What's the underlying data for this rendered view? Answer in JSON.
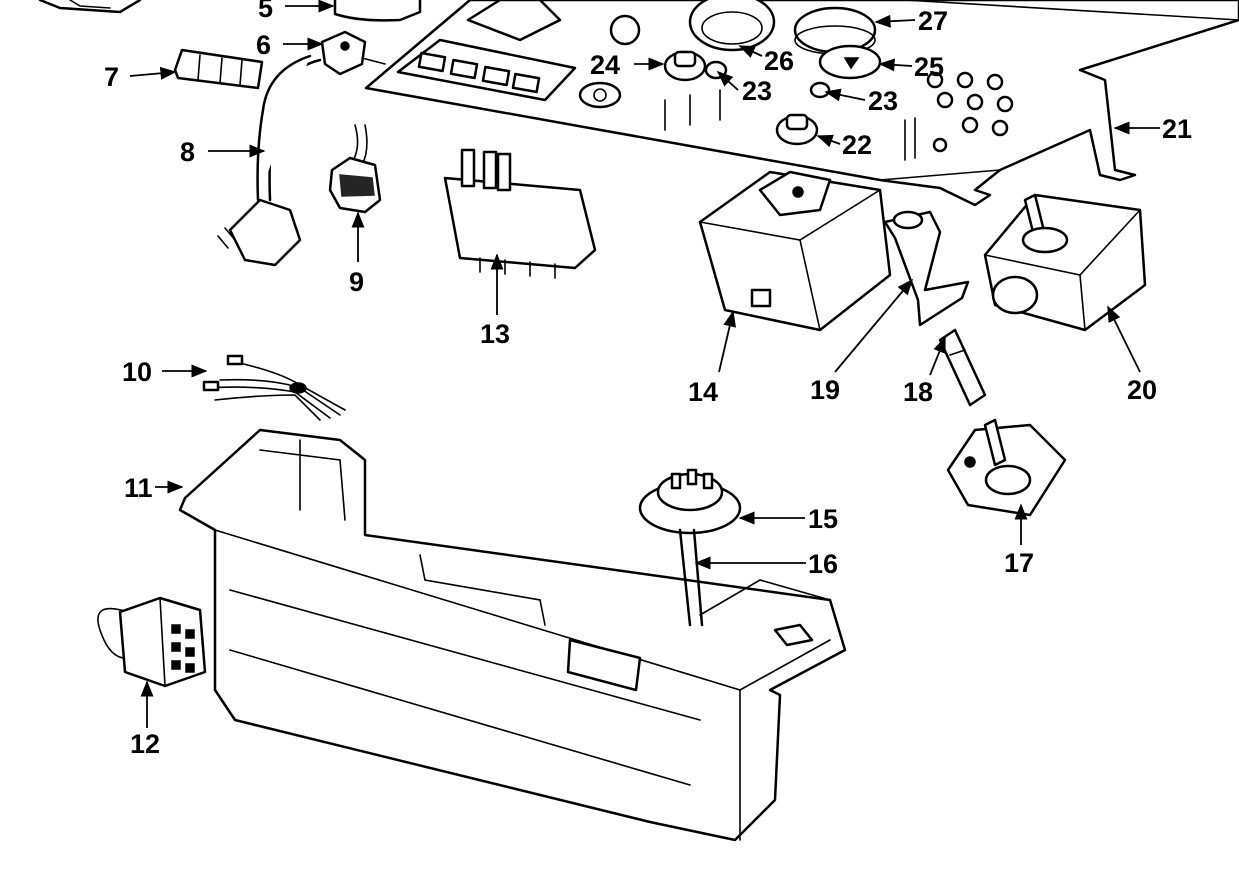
{
  "callouts": {
    "c5": "5",
    "c6": "6",
    "c7": "7",
    "c8": "8",
    "c9": "9",
    "c10": "10",
    "c11": "11",
    "c12": "12",
    "c13": "13",
    "c14": "14",
    "c15": "15",
    "c16": "16",
    "c17": "17",
    "c18": "18",
    "c19": "19",
    "c20": "20",
    "c21": "21",
    "c22": "22",
    "c23a": "23",
    "c23b": "23",
    "c24": "24",
    "c25": "25",
    "c26": "26",
    "c27": "27"
  },
  "colors": {
    "ink": "#000000",
    "paper": "#ffffff"
  }
}
